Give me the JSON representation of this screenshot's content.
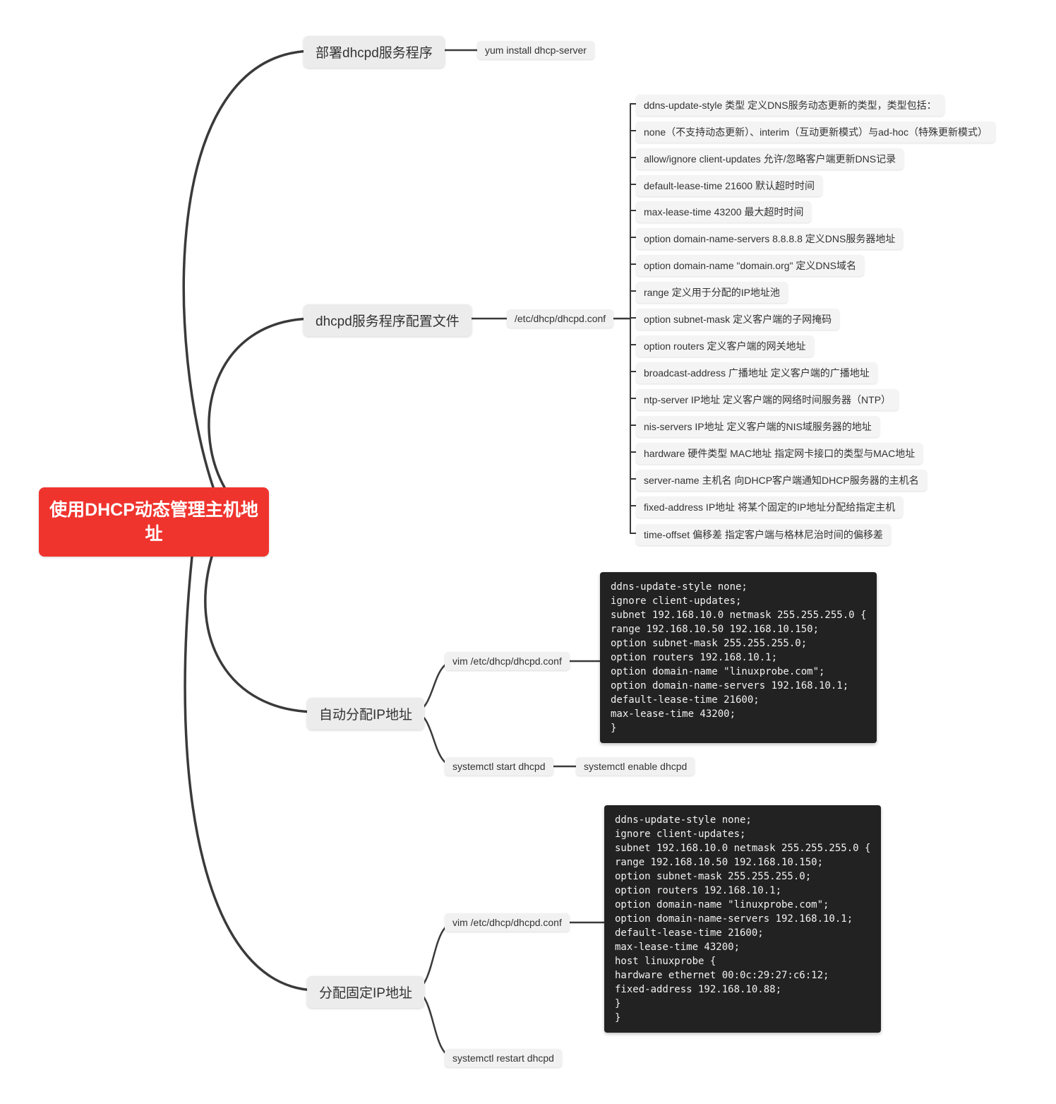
{
  "root": {
    "label": "使用DHCP动态管理主机地址"
  },
  "branches": {
    "deploy": {
      "label": "部署dhcpd服务程序",
      "command": "yum install dhcp-server"
    },
    "config": {
      "label": "dhcpd服务程序配置文件",
      "path": "/etc/dhcp/dhcpd.conf",
      "leaves": [
        "ddns-update-style 类型  定义DNS服务动态更新的类型，类型包括：",
        "none（不支持动态更新）、interim（互动更新模式）与ad-hoc（特殊更新模式）",
        "allow/ignore client-updates  允许/忽略客户端更新DNS记录",
        "default-lease-time 21600  默认超时时间",
        "max-lease-time 43200  最大超时时间",
        "option domain-name-servers 8.8.8.8  定义DNS服务器地址",
        "option domain-name \"domain.org\"  定义DNS域名",
        "range  定义用于分配的IP地址池",
        "option subnet-mask  定义客户端的子网掩码",
        "option routers  定义客户端的网关地址",
        "broadcast-address 广播地址  定义客户端的广播地址",
        "ntp-server IP地址  定义客户端的网络时间服务器（NTP）",
        "nis-servers IP地址  定义客户端的NIS域服务器的地址",
        "hardware 硬件类型 MAC地址  指定网卡接口的类型与MAC地址",
        "server-name 主机名  向DHCP客户端通知DHCP服务器的主机名",
        "fixed-address IP地址  将某个固定的IP地址分配给指定主机",
        "time-offset 偏移差  指定客户端与格林尼治时间的偏移差"
      ]
    },
    "auto": {
      "label": "自动分配IP地址",
      "vim": "vim /etc/dhcp/dhcpd.conf",
      "code": "ddns-update-style none;\nignore client-updates;\nsubnet 192.168.10.0 netmask 255.255.255.0 {\nrange 192.168.10.50 192.168.10.150;\noption subnet-mask 255.255.255.0;\noption routers 192.168.10.1;\noption domain-name \"linuxprobe.com\";\noption domain-name-servers 192.168.10.1;\ndefault-lease-time 21600;\nmax-lease-time 43200;\n}",
      "start": "systemctl start dhcpd",
      "enable": "systemctl enable dhcpd"
    },
    "fixed": {
      "label": "分配固定IP地址",
      "vim": "vim /etc/dhcp/dhcpd.conf",
      "code": "ddns-update-style none;\nignore client-updates;\nsubnet 192.168.10.0 netmask 255.255.255.0 {\nrange 192.168.10.50 192.168.10.150;\noption subnet-mask 255.255.255.0;\noption routers 192.168.10.1;\noption domain-name \"linuxprobe.com\";\noption domain-name-servers 192.168.10.1;\ndefault-lease-time 21600;\nmax-lease-time 43200;\nhost linuxprobe {\nhardware ethernet 00:0c:29:27:c6:12;\nfixed-address 192.168.10.88;\n}\n}",
      "restart": "systemctl restart dhcpd"
    }
  }
}
